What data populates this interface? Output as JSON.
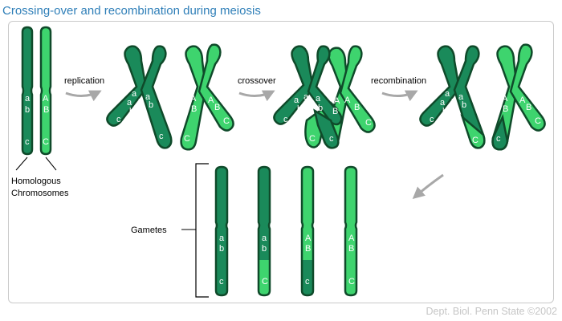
{
  "title": "Crossing-over and recombination during meiosis",
  "credit": "Dept. Biol. Penn State ©2002",
  "colors": {
    "dark_green": "#1a8a5a",
    "light_green": "#3ed46e",
    "outline": "#0f4a2a",
    "arrow": "#b0b0b0",
    "title": "#2f7fb8",
    "credit": "#c6c6c6"
  },
  "labels": {
    "replication": "replication",
    "crossover": "crossover",
    "recombination": "recombination",
    "homologous_line1": "Homologous",
    "homologous_line2": "Chromosomes",
    "gametes": "Gametes"
  },
  "alleles": {
    "lower_a": "a",
    "lower_b": "b",
    "lower_c": "c",
    "upper_a": "A",
    "upper_b": "B",
    "upper_c": "C"
  },
  "gametes": [
    {
      "top": "dark",
      "ab": "a b",
      "c": "c",
      "bottom": "dark"
    },
    {
      "top": "dark",
      "ab": "a b",
      "c": "C",
      "bottom": "light"
    },
    {
      "top": "light",
      "ab": "A B",
      "c": "c",
      "bottom": "dark"
    },
    {
      "top": "light",
      "ab": "A B",
      "c": "C",
      "bottom": "light"
    }
  ]
}
